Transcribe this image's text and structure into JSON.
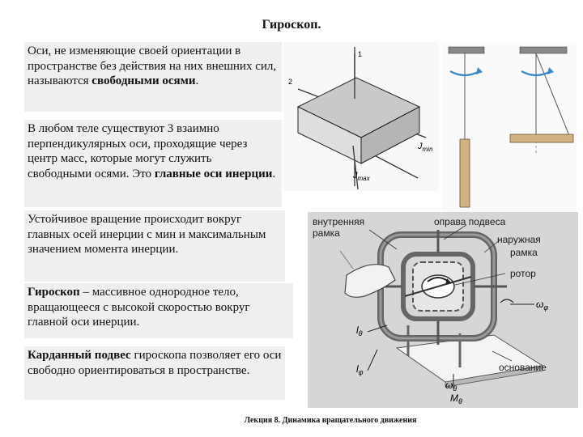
{
  "title": "Гироскоп.",
  "block1": {
    "text": "Оси, не изменяющие своей ориентации в пространстве без действия на них внешних сил, называются ",
    "bold": "свободными осями",
    "tail": "."
  },
  "block2": {
    "text": "В любом теле существуют 3 взаимно перпендикулярных оси, проходящие через центр масс, которые могут служить свободными осями. Это ",
    "bold": "главные оси инерции",
    "tail": "."
  },
  "block3": {
    "text": "Устойчивое вращение происходит вокруг главных осей инерции с мин и максимальным значением момента инерции."
  },
  "block4": {
    "bold": "Гироскоп",
    "text": " – массивное однородное тело, вращающееся с высокой скоростью вокруг главной оси инерции."
  },
  "block5": {
    "bold": "Карданный подвес",
    "text": " гироскопа позволяет его оси свободно ориентироваться в пространстве."
  },
  "figure_box": {
    "axis1": "1",
    "axis2": "2",
    "jmin": "J",
    "jmin_sub": "min",
    "jmax": "J",
    "jmax_sub": "max"
  },
  "figure_gyro": {
    "inner_frame": "внутренняя рамка",
    "gimbal": "оправа подвеса",
    "outer_frame_1": "наружная",
    "outer_frame_2": "рамка",
    "rotor": "ротор",
    "base": "основание",
    "omega_phi": "ω",
    "omega_phi_sub": "φ",
    "omega_theta": "ω",
    "omega_theta_sub": "θ",
    "l_theta": "l",
    "l_theta_sub": "θ",
    "l_phi": "l",
    "l_phi_sub": "φ",
    "m_theta": "M",
    "m_theta_sub": "θ"
  },
  "footer": "Лекция 8. Динамика вращательного движения"
}
